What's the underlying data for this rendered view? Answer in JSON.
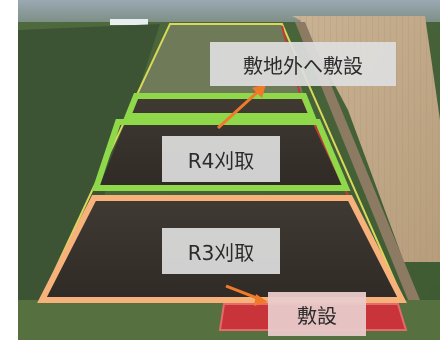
{
  "labels": {
    "offsite": "敷地外へ敷設",
    "r4": "R4刈取",
    "r3": "R3刈取",
    "laying": "敷設"
  },
  "colors": {
    "r4_outline": "#8fd84a",
    "r3_outline": "#f7b27c",
    "laying_area": "#c9343a",
    "arrow": "#f07a2a",
    "field_outline": "#d8d85a"
  }
}
